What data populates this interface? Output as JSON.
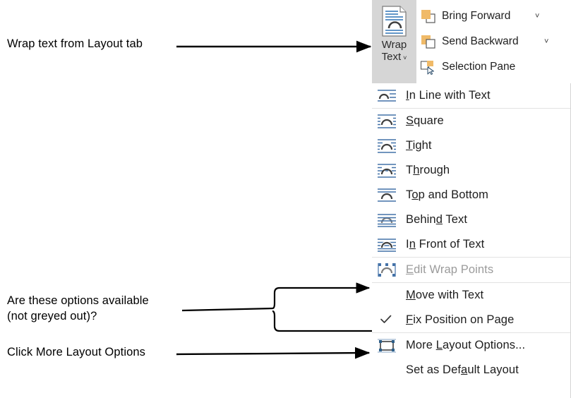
{
  "annotations": [
    {
      "id": "wrap-text",
      "text": "Wrap text from Layout tab"
    },
    {
      "id": "available",
      "text": "Are these options available\n(not greyed out)?"
    },
    {
      "id": "more-layout",
      "text": "Click More Layout Options"
    }
  ],
  "ribbon": {
    "wrap_text_button": {
      "label_line1": "Wrap",
      "label_line2": "Text",
      "dropdown_caret": "˅",
      "icon": "wrap-text-icon",
      "state": "active"
    },
    "commands": [
      {
        "label": "Bring Forward",
        "icon": "bring-forward-icon",
        "has_caret": true,
        "caret": "˅"
      },
      {
        "label": "Send Backward",
        "icon": "send-backward-icon",
        "has_caret": true,
        "caret": "˅"
      },
      {
        "label": "Selection Pane",
        "icon": "selection-pane-icon",
        "has_caret": false,
        "caret": ""
      }
    ],
    "clipped_edge_icons": [
      {
        "name": "align-objects-icon"
      },
      {
        "name": "group-objects-icon"
      },
      {
        "name": "rotate-objects-icon"
      }
    ]
  },
  "menu": {
    "name": "wrap-text-dropdown-menu",
    "groups": [
      {
        "items": [
          {
            "label": "In Line with Text",
            "accel": "I",
            "accel_index": 0,
            "icon": "wrap-inline-icon",
            "disabled": false,
            "checked": false
          }
        ]
      },
      {
        "items": [
          {
            "label": "Square",
            "accel": "S",
            "accel_index": 0,
            "icon": "wrap-square-icon",
            "disabled": false,
            "checked": false
          },
          {
            "label": "Tight",
            "accel": "T",
            "accel_index": 0,
            "icon": "wrap-tight-icon",
            "disabled": false,
            "checked": false
          },
          {
            "label": "Through",
            "accel": "h",
            "accel_index": 1,
            "icon": "wrap-through-icon",
            "disabled": false,
            "checked": false
          },
          {
            "label": "Top and Bottom",
            "accel": "o",
            "accel_index": 1,
            "icon": "wrap-topbottom-icon",
            "disabled": false,
            "checked": false
          },
          {
            "label": "Behind Text",
            "accel": "d",
            "accel_index": 5,
            "icon": "wrap-behind-icon",
            "disabled": false,
            "checked": false
          },
          {
            "label": "In Front of Text",
            "accel": "n",
            "accel_index": 1,
            "icon": "wrap-infront-icon",
            "disabled": false,
            "checked": false
          }
        ]
      },
      {
        "items": [
          {
            "label": "Edit Wrap Points",
            "accel": "E",
            "accel_index": 0,
            "icon": "edit-wrap-points-icon",
            "disabled": true,
            "checked": false
          }
        ]
      },
      {
        "items": [
          {
            "label": "Move with Text",
            "accel": "M",
            "accel_index": 0,
            "icon": "",
            "disabled": false,
            "checked": false
          },
          {
            "label": "Fix Position on Page",
            "accel": "F",
            "accel_index": 0,
            "icon": "",
            "disabled": false,
            "checked": true
          }
        ]
      },
      {
        "items": [
          {
            "label": "More Layout Options...",
            "accel": "L",
            "accel_index": 5,
            "icon": "more-layout-options-icon",
            "disabled": false,
            "checked": false
          },
          {
            "label": "Set as Default Layout",
            "accel": "a",
            "accel_index": 10,
            "icon": "",
            "disabled": false,
            "checked": false
          }
        ]
      }
    ]
  },
  "colors": {
    "menu_background": "#ffffff",
    "menu_border": "#d4d4d4",
    "separator": "#e2e2e2",
    "text": "#1d1d1d",
    "disabled_text": "#9b9b9b",
    "icon_blue": "#41719c",
    "icon_dark": "#404040",
    "ribbon_accent_orange": "#f0ba68",
    "button_active_background": "#d6d6d6",
    "annotation_ink": "#000000"
  }
}
